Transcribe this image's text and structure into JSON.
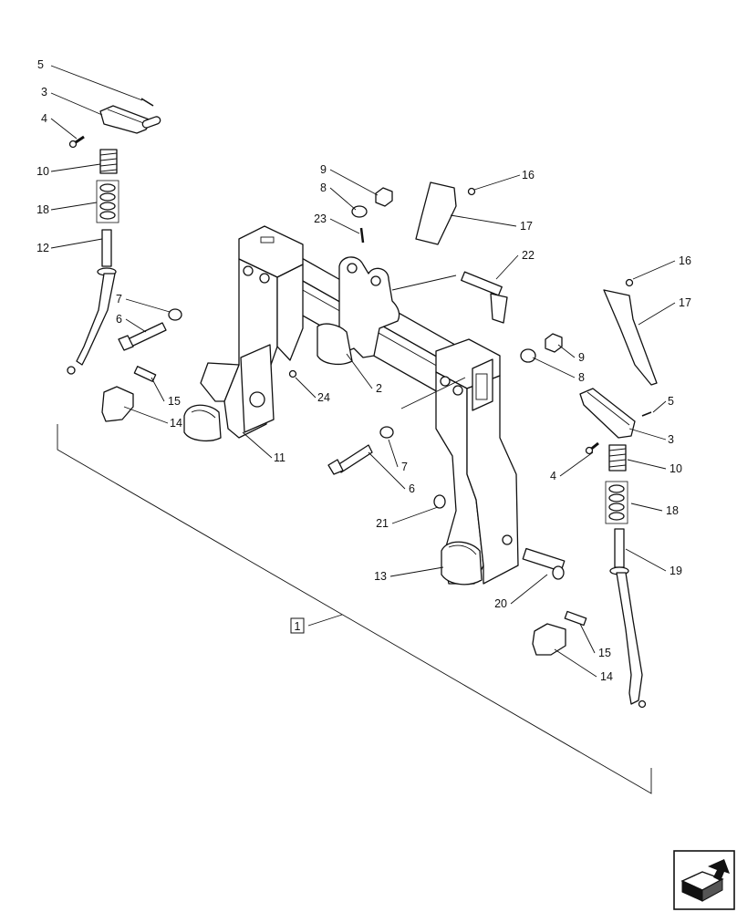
{
  "diagram": {
    "assembly_label": "1",
    "callouts": [
      "5",
      "3",
      "4",
      "10",
      "18",
      "12",
      "7",
      "6",
      "15",
      "14",
      "9",
      "8",
      "23",
      "16",
      "17",
      "22",
      "2",
      "24",
      "11",
      "7",
      "6",
      "21",
      "13",
      "20",
      "16",
      "17",
      "9",
      "8",
      "5",
      "3",
      "4",
      "10",
      "18",
      "19",
      "15",
      "14"
    ]
  },
  "icons": {
    "corner": "folded-arrow-icon"
  }
}
